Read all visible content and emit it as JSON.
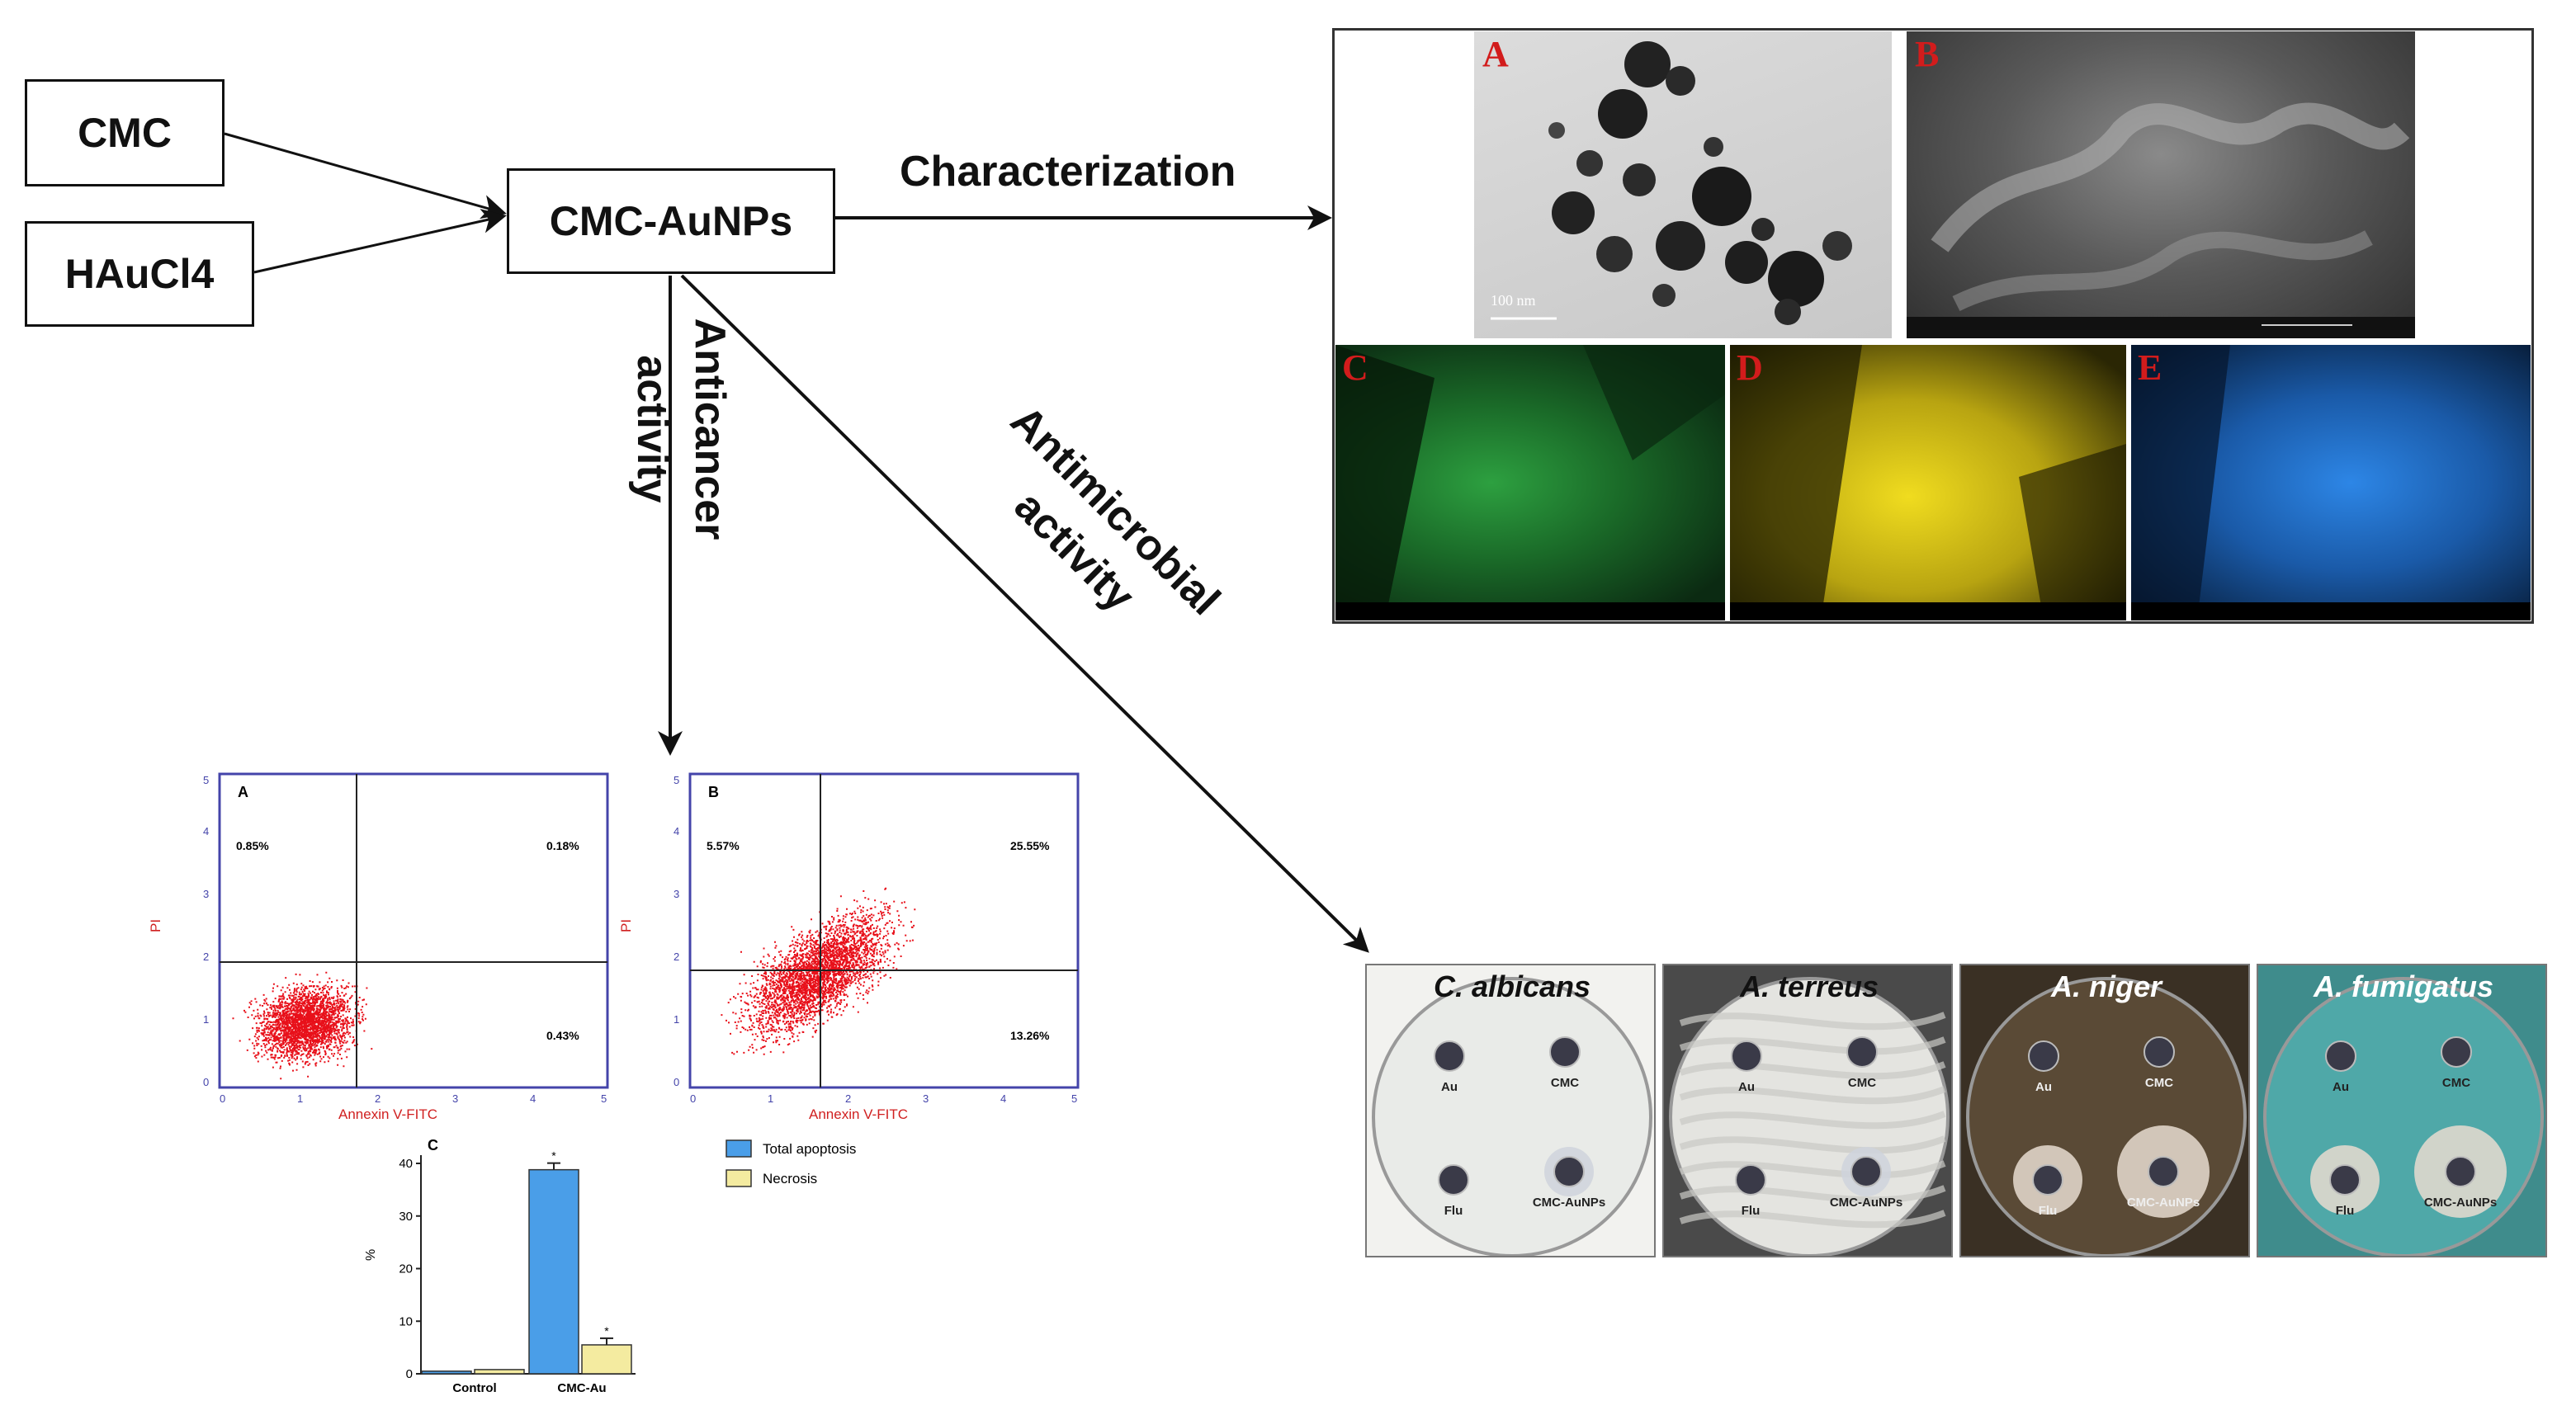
{
  "flow": {
    "input1": "CMC",
    "input2": "HAuCl4",
    "product": "CMC-AuNPs",
    "branch_characterization": "Characterization",
    "branch_anticancer_l1": "Anticancer",
    "branch_anticancer_l2": "activity",
    "branch_antimicrobial_l1": "Antimicrobial",
    "branch_antimicrobial_l2": "activity"
  },
  "characterization": {
    "panel_labels": [
      "A",
      "B",
      "C",
      "D",
      "E"
    ],
    "tem_scale": "100 nm",
    "element_map_colors": [
      "#1e8a2e",
      "#e4d11a",
      "#1b6fd0"
    ]
  },
  "flow_cytometry": {
    "x_axis_label": "Annexin V-FITC",
    "y_axis_label": "PI",
    "tick_labels": [
      "0",
      "1",
      "2",
      "3",
      "4",
      "5"
    ],
    "plots": [
      {
        "label": "A",
        "upper_left": "0.85%",
        "upper_right": "0.18%",
        "lower_right": "0.43%"
      },
      {
        "label": "B",
        "upper_left": "5.57%",
        "upper_right": "25.55%",
        "lower_right": "13.26%"
      }
    ]
  },
  "chart_data": {
    "type": "bar",
    "panel_label": "C",
    "categories": [
      "Control",
      "CMC-Au"
    ],
    "ylabel": "%",
    "ylim": [
      0,
      40
    ],
    "yticks": [
      0,
      10,
      20,
      30,
      40
    ],
    "series": [
      {
        "name": "Total apoptosis",
        "color": "#4a9ee8",
        "values": [
          0.5,
          38.8
        ]
      },
      {
        "name": "Necrosis",
        "color": "#f4eba0",
        "values": [
          0.8,
          5.5
        ]
      }
    ],
    "significance_marker": "*"
  },
  "antimicrobial": {
    "plates": [
      {
        "name": "C. albicans",
        "wells": [
          "Au",
          "CMC",
          "Flu",
          "CMC-AuNPs"
        ],
        "bg": "#f2f2ef",
        "agar": "#e9ebe8",
        "title_color": "#111111"
      },
      {
        "name": "A. terreus",
        "wells": [
          "Au",
          "CMC",
          "Flu",
          "CMC-AuNPs"
        ],
        "bg": "#4a4a4a",
        "agar": "#e4e4e0",
        "title_color": "#111111"
      },
      {
        "name": "A. niger",
        "wells": [
          "Au",
          "CMC",
          "Flu",
          "CMC-AuNPs"
        ],
        "bg": "#3a3024",
        "agar": "#5a4a36",
        "title_color": "#ffffff"
      },
      {
        "name": "A. fumigatus",
        "wells": [
          "Au",
          "CMC",
          "Flu",
          "CMC-AuNPs"
        ],
        "bg": "#3f8c8c",
        "agar": "#4fa8a8",
        "title_color": "#ffffff"
      }
    ]
  }
}
